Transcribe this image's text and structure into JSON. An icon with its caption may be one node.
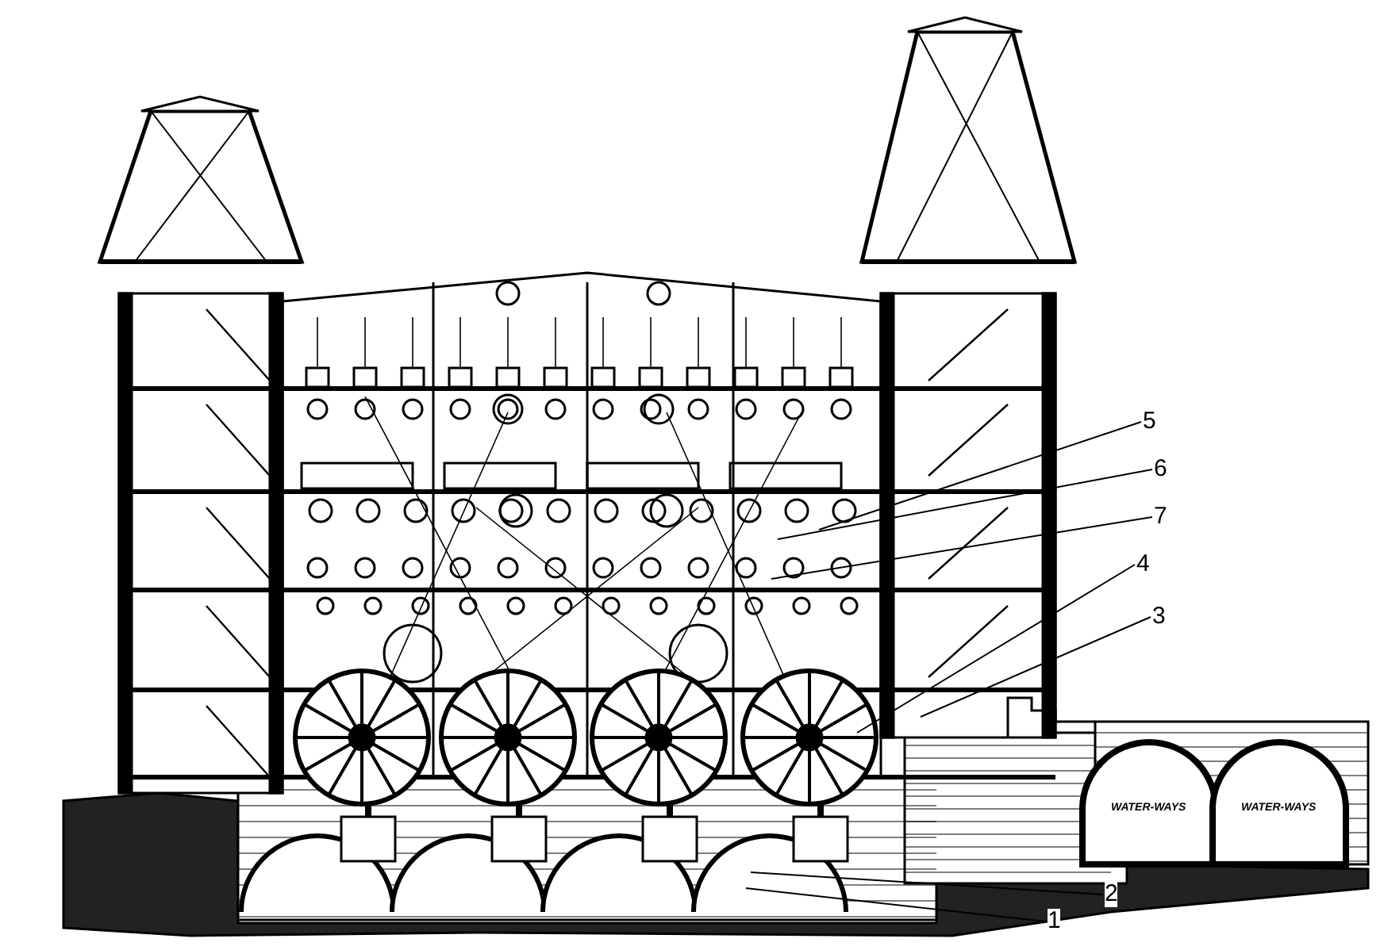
{
  "diagram": {
    "nodes": [
      {
        "text": [
          "5"
        ]
      },
      {
        "text": [
          "6"
        ]
      },
      {
        "text": [
          "7"
        ]
      },
      {
        "text": [
          "4"
        ]
      },
      {
        "text": [
          "3"
        ]
      },
      {
        "text": [
          "2"
        ]
      },
      {
        "text": [
          "1"
        ]
      }
    ],
    "edges": [
      {
        "from": 0,
        "to": null,
        "arrow": "none"
      },
      {
        "from": 1,
        "to": null,
        "arrow": "none"
      },
      {
        "from": 2,
        "to": null,
        "arrow": "none"
      },
      {
        "from": 3,
        "to": null,
        "arrow": "none"
      },
      {
        "from": 4,
        "to": null,
        "arrow": "none"
      },
      {
        "from": 5,
        "to": null,
        "arrow": "none"
      },
      {
        "from": 6,
        "to": null,
        "arrow": "none"
      }
    ],
    "labels": [
      "WATER-WAYS",
      "WATER-WAYS"
    ]
  }
}
